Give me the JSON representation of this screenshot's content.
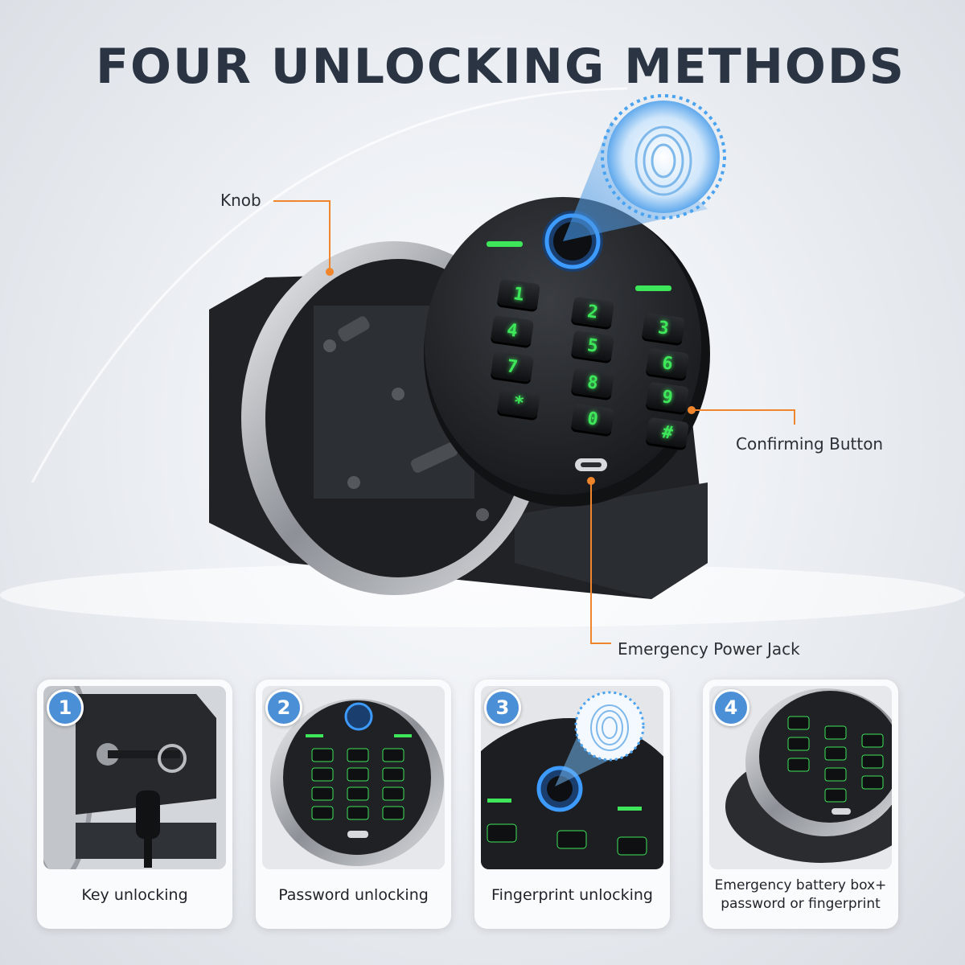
{
  "headline": "FOUR UNLOCKING METHODS",
  "callouts": {
    "knob": "Knob",
    "confirm": "Confirming Button",
    "jack": "Emergency Power Jack"
  },
  "keypad": [
    "1",
    "2",
    "3",
    "4",
    "5",
    "6",
    "7",
    "8",
    "9",
    "*",
    "0",
    "#"
  ],
  "methods": [
    {
      "num": "1",
      "label": "Key unlocking"
    },
    {
      "num": "2",
      "label": "Password unlocking"
    },
    {
      "num": "3",
      "label": "Fingerprint unlocking"
    },
    {
      "num": "4",
      "label": "Emergency battery box+ password or fingerprint"
    }
  ],
  "colors": {
    "accent": "#f0852b",
    "badge": "#4b8fd6",
    "key_glow": "#3ee65a",
    "title": "#2a3442"
  }
}
